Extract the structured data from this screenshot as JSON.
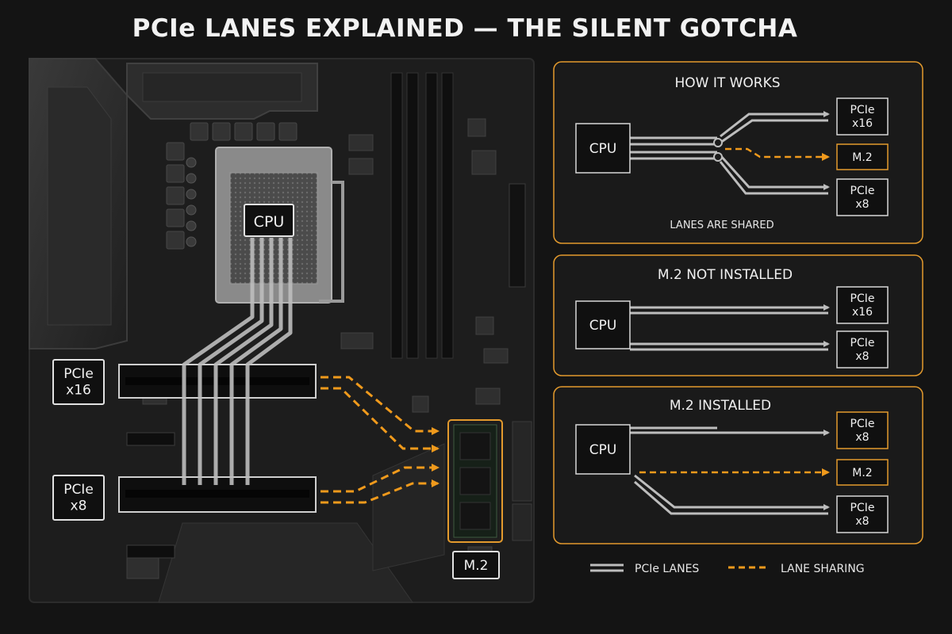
{
  "title": "PCIe LANES EXPLAINED — THE SILENT GOTCHA",
  "colors": {
    "background": "#141414",
    "board": "#1e1e1e",
    "panel_border": "#e39a2d",
    "lane": "#bdbdbd",
    "sharing": "#f09a1c",
    "box_border": "#d8d8d8"
  },
  "board": {
    "cpu_label": "CPU",
    "slot_x16_label": "PCIe\nx16",
    "slot_x8_label": "PCIe\nx8",
    "m2_label": "M.2"
  },
  "panels": [
    {
      "heading": "HOW IT WORKS",
      "cpu": "CPU",
      "targets": [
        "PCIe\nx16",
        "M.2",
        "PCIe\nx8"
      ],
      "caption": "LANES ARE SHARED"
    },
    {
      "heading": "M.2 NOT INSTALLED",
      "cpu": "CPU",
      "targets": [
        "PCIe\nx16",
        "PCIe\nx8"
      ]
    },
    {
      "heading": "M.2 INSTALLED",
      "cpu": "CPU",
      "targets": [
        "PCIe\nx8",
        "M.2",
        "PCIe\nx8"
      ]
    }
  ],
  "legend": {
    "lanes": "PCIe LANES",
    "sharing": "LANE SHARING"
  }
}
